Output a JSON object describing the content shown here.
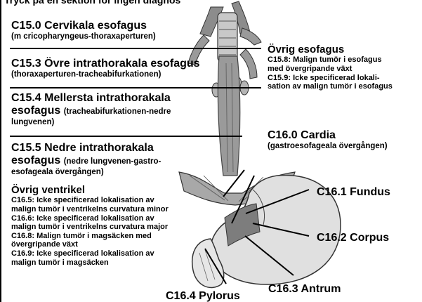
{
  "header": {
    "caption": "Tryck på en sektion för ingen diagnos"
  },
  "esophagus": {
    "c150": {
      "title": "C15.0 Cervikala esofagus",
      "desc": "(m cricopharyngeus-thoraxaperturen)"
    },
    "c153": {
      "title": "C15.3 Övre intrathorakala esofagus",
      "desc": "(thoraxaperturen-tracheabifurkationen)"
    },
    "c154": {
      "title_line1": "C15.4 Mellersta intrathorakala",
      "title_line2": "esofagus",
      "desc_inline": "(tracheabifurkationen-nedre",
      "desc_line2": "lungvenen)"
    },
    "c155": {
      "title_line1": "C15.5 Nedre intrathorakala",
      "title_line2": "esofagus",
      "desc_inline": "(nedre lungvenen-gastro-",
      "desc_line2": "esofageala övergången)"
    }
  },
  "ovrig_esofagus": {
    "heading": "Övrig esofagus",
    "c158_line1": "C15.8: Malign tumör i esofagus",
    "c158_line2": "med övergripande växt",
    "c159_line1": "C15.9: Icke specificerad lokali-",
    "c159_line2": "sation av malign tumör i esofagus"
  },
  "cardia": {
    "title": "C16.0 Cardia",
    "desc": "(gastroesofageala övergången)"
  },
  "ovrig_ventrikel": {
    "heading": "Övrig ventrikel",
    "c165_line1": "C16.5: Icke specificerad lokalisation av",
    "c165_line2": "malign tumör i ventrikelns curvatura minor",
    "c166_line1": "C16.6: Icke specificerad lokalisation av",
    "c166_line2": "malign tumör i ventrikelns curvatura major",
    "c168_line1": "C16.8: Malign tumör i magsäcken med",
    "c168_line2": "övergripande växt",
    "c169_line1": "C16.9: Icke specificerad lokalisation av",
    "c169_line2": "malign tumör i magsäcken"
  },
  "stomach": {
    "fundus": "C16.1 Fundus",
    "corpus": "C16.2 Corpus",
    "antrum": "C16.3 Antrum",
    "pylorus": "C16.4 Pylorus"
  },
  "colors": {
    "organ_fill": "#9a9a9a",
    "organ_dark": "#5a5a5a",
    "organ_light": "#d9d9d9",
    "line": "#000000"
  }
}
